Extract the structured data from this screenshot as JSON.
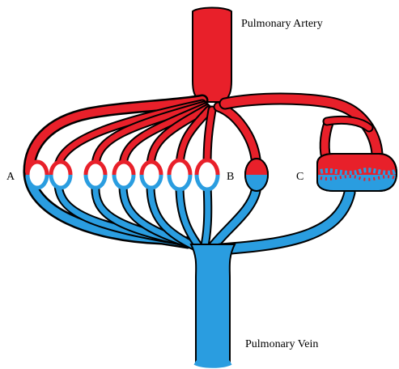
{
  "labels": {
    "artery": "Pulmonary Artery",
    "vein": "Pulmonary Vein",
    "point_a": "A",
    "point_b": "B",
    "point_c": "C"
  },
  "colors": {
    "arterial": "#e8202a",
    "venous": "#2a9de0",
    "outline": "#000000",
    "background": "#ffffff"
  }
}
